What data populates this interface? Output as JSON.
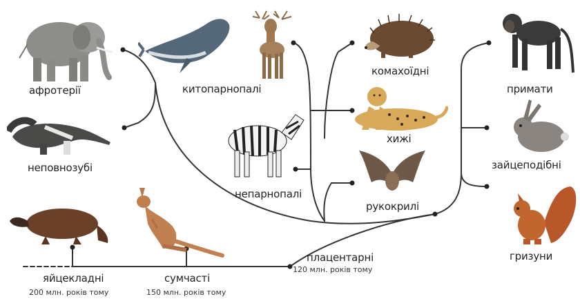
{
  "clades": {
    "afrotheria": "афротерії",
    "cetartiodactyla": "китопарнопалі",
    "xenarthra": "неповнозубі",
    "perissodactyla": "непарнопалі",
    "eulipotyphla": "комахоїдні",
    "carnivora": "хижі",
    "chiroptera": "рукокрилі",
    "primates": "примати",
    "lagomorpha": "зайцеподібні",
    "rodentia": "гризуни",
    "monotremes": "яйцекладні",
    "marsupials": "сумчасті",
    "placentals": "плацентарні"
  },
  "times": {
    "monotremes": "200 млн. років тому",
    "marsupials": "150 млн. років тому",
    "placentals": "120 млн. років тому"
  },
  "icons": [
    "elephant-icon",
    "whale-icon",
    "deer-icon",
    "hedgehog-icon",
    "monkey-icon",
    "anteater-icon",
    "zebra-icon",
    "cheetah-icon",
    "rabbit-icon",
    "bat-icon",
    "platypus-icon",
    "kangaroo-icon",
    "squirrel-icon"
  ],
  "colors": {
    "line": "#333333",
    "dot": "#222222"
  }
}
